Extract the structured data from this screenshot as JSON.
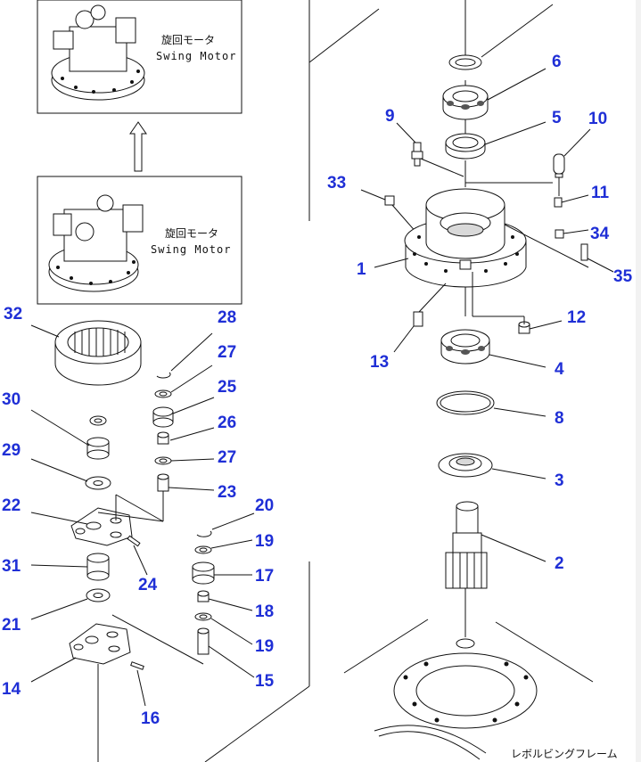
{
  "insets": {
    "top": {
      "label_jp": "旋回モータ",
      "label_en": "Swing Motor"
    },
    "bottom": {
      "label_jp": "旋回モータ",
      "label_en": "Swing Motor"
    }
  },
  "footer_label": "レボルビングフレーム",
  "callouts": {
    "p1": "1",
    "p2": "2",
    "p3": "3",
    "p4": "4",
    "p5": "5",
    "p6": "6",
    "p8": "8",
    "p9": "9",
    "p10": "10",
    "p11": "11",
    "p12": "12",
    "p13": "13",
    "p14": "14",
    "p15": "15",
    "p16": "16",
    "p17": "17",
    "p18": "18",
    "p19a": "19",
    "p19b": "19",
    "p20": "20",
    "p21": "21",
    "p22": "22",
    "p23": "23",
    "p24": "24",
    "p25": "25",
    "p26": "26",
    "p27a": "27",
    "p27b": "27",
    "p28": "28",
    "p29": "29",
    "p30": "30",
    "p31": "31",
    "p32": "32",
    "p33": "33",
    "p34": "34",
    "p35": "35"
  },
  "colors": {
    "callout": "#1f2fd6",
    "line": "#111111"
  }
}
